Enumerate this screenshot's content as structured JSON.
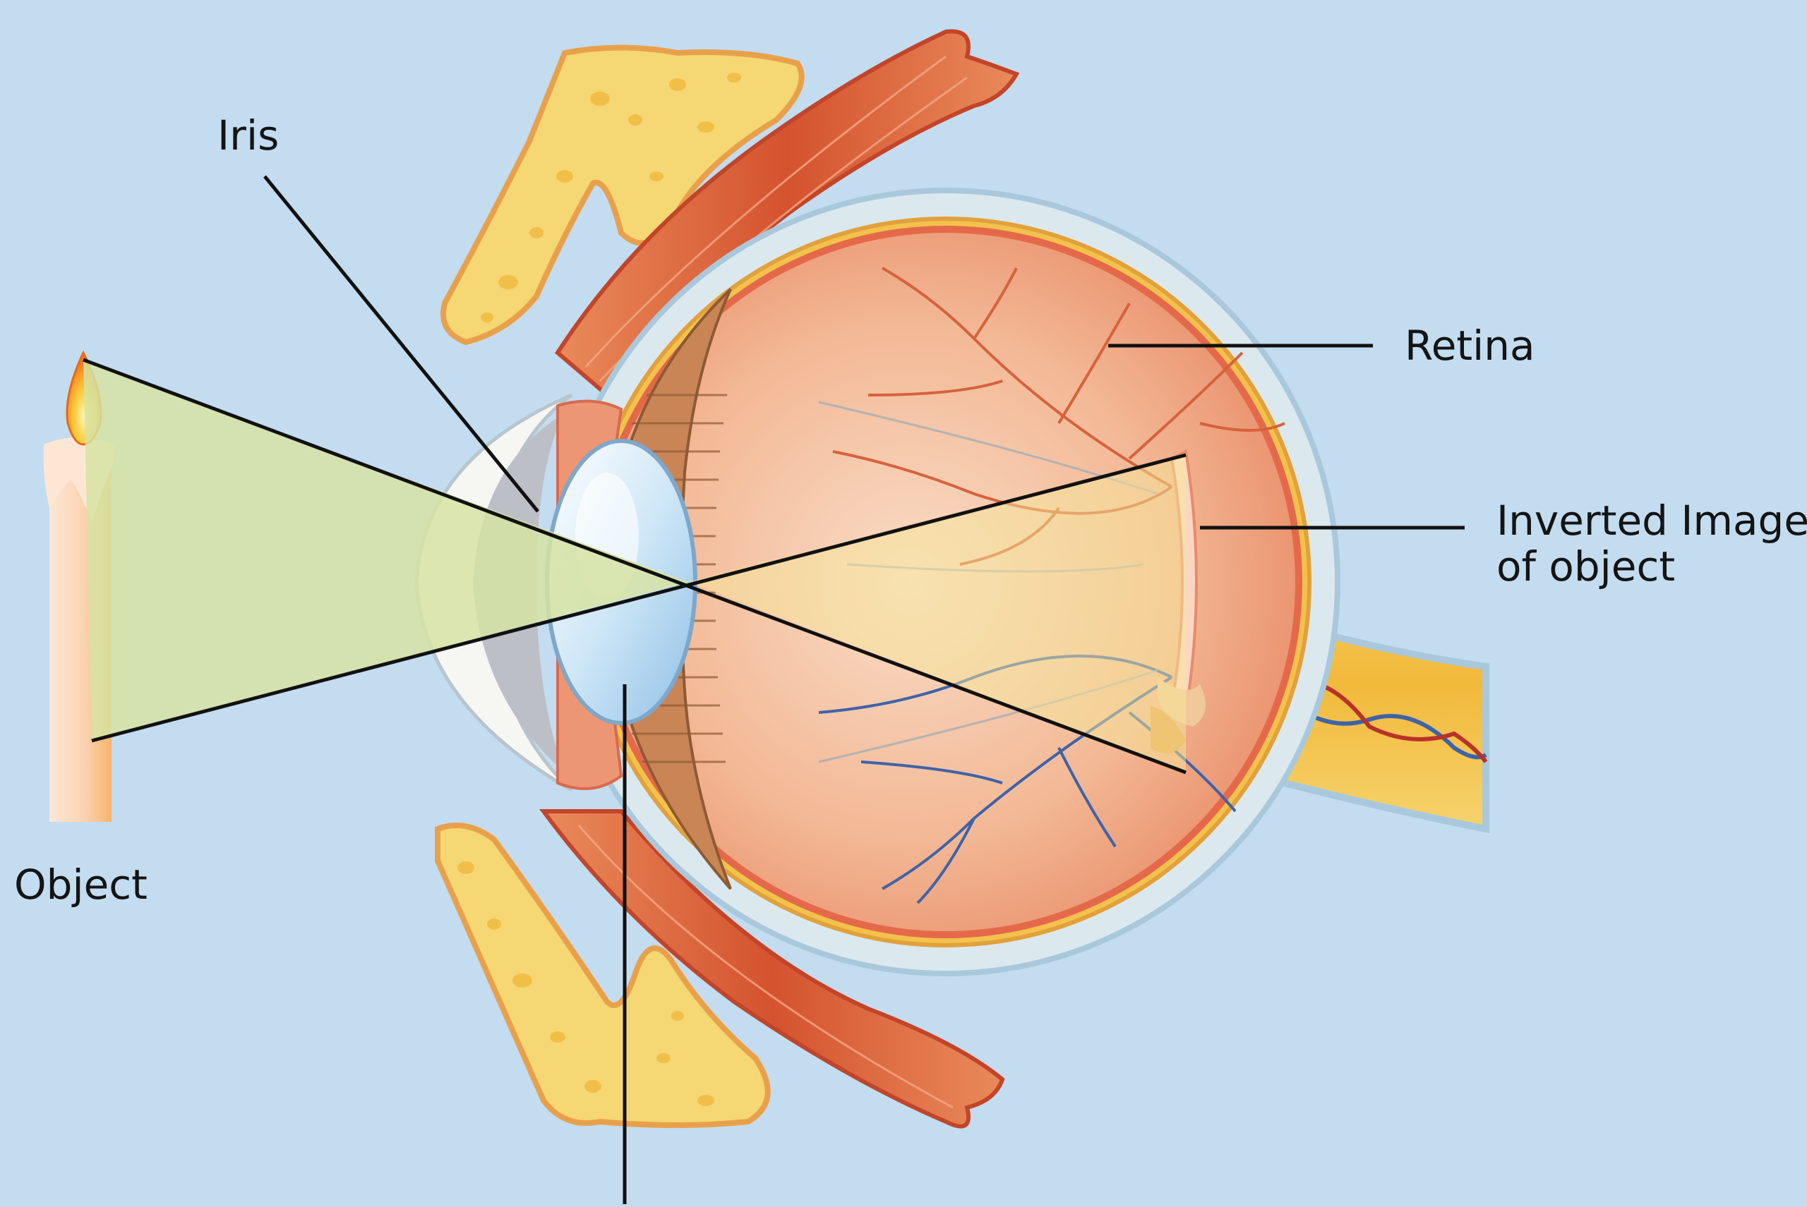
{
  "labels": {
    "iris": "Iris",
    "retina": "Retina",
    "inverted_image_line1": "Inverted Image",
    "inverted_image_line2": "of object",
    "object": "Object"
  },
  "colors": {
    "background": "#c3dcf0",
    "sclera": "#dbe9ef",
    "choroid": "#e9a46b",
    "vitreous": "#f2b28f",
    "lens": "#bfe0f4",
    "light_cone": "#d6e3a3",
    "artery": "#d6623b",
    "vein": "#3e63a8",
    "muscle": "#d5623a",
    "bone": "#f5d774",
    "optic_nerve": "#f3c24c",
    "leader_line": "#111111"
  }
}
